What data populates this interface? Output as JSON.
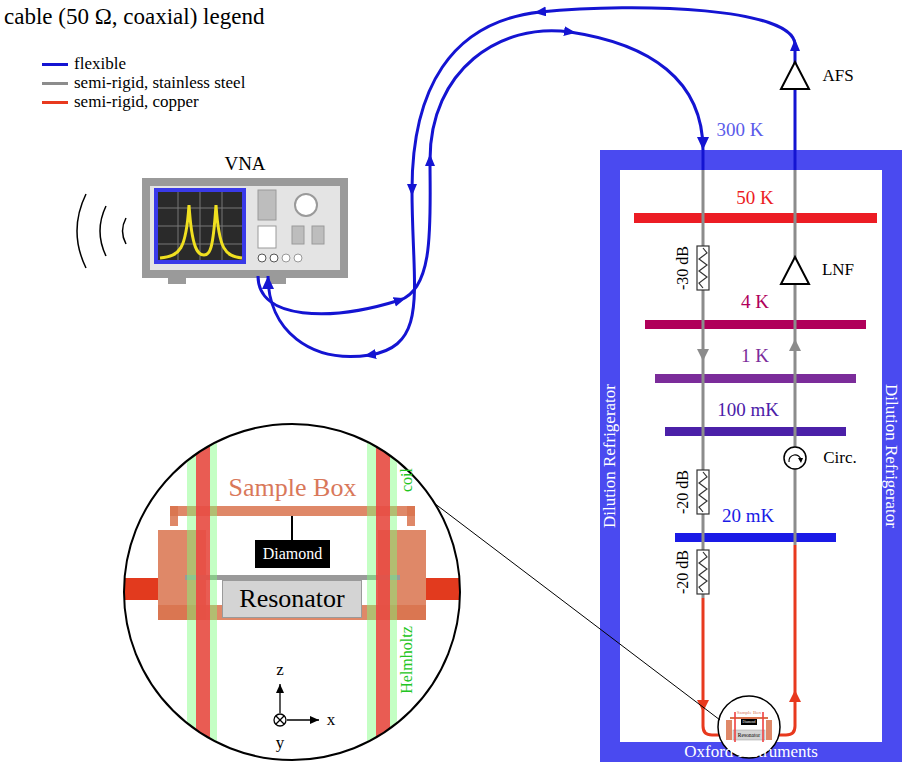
{
  "diagram": {
    "nodes": [
      {
        "text": [
          "VNA"
        ]
      },
      {
        "text": [
          "Dilution Refrigerator",
          "Dilution Refrigerator",
          "Oxford Instruments"
        ]
      },
      {
        "text": [
          "Sample Box"
        ]
      },
      {
        "text": [
          "Diamond"
        ],
        "in": 2
      },
      {
        "text": [
          "Resonator"
        ],
        "in": 2
      }
    ],
    "edges": [
      {
        "from": 0,
        "to": 1,
        "arrow": "to"
      },
      {
        "from": 1,
        "to": 0,
        "arrow": "to"
      }
    ],
    "labels": [
      "cable (50 Ω, coaxial) legend",
      "300 K",
      "AFS",
      "50 K",
      "-30 dB",
      "LNF",
      "4 K",
      "1 K",
      "100 mK",
      "-20 dB",
      "Circ.",
      "20 mK",
      "-20 dB",
      "Sample Box",
      "Diamond",
      "Resonator",
      "coil",
      "Helmholtz",
      "z",
      "y",
      "x"
    ],
    "legend": [
      {
        "text": "flexible",
        "color": "#1414d2"
      },
      {
        "text": "semi-rigid, stainless steel",
        "color": "#8c8c8c"
      },
      {
        "text": "semi-rigid, copper",
        "color": "#e8391e"
      }
    ]
  }
}
